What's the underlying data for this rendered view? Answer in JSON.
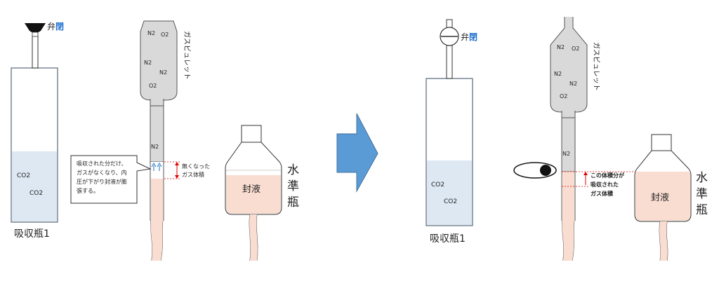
{
  "left": {
    "valve_text": "弁",
    "valve_state": "閉",
    "bottle_gas": [
      "CO2",
      "CO2"
    ],
    "bottle_label": "吸収瓶1",
    "burette_label": "ガスビュレット",
    "burette_gas": [
      "N2",
      "O2",
      "N2",
      "N2",
      "O2"
    ],
    "tube_gas": "N2",
    "callout": [
      "吸収された分だけ、",
      "ガスがなくなり、内",
      "圧が下がり封液が膨",
      "張する。"
    ],
    "lost_volume_label": [
      "無くなった",
      "ガス体積"
    ],
    "level_bottle_liquid": "封液",
    "level_bottle_label": [
      "水",
      "準",
      "瓶"
    ]
  },
  "right": {
    "valve_text": "弁",
    "valve_state": "閉",
    "bottle_gas": [
      "CO2",
      "CO2"
    ],
    "bottle_label": "吸収瓶1",
    "burette_label": "ガスビュレット",
    "burette_gas": [
      "N2",
      "O2",
      "N2",
      "N2",
      "O2"
    ],
    "tube_gas": "N2",
    "absorbed_label": [
      "この体積分が",
      "吸収された",
      "ガス体積"
    ],
    "level_bottle_liquid": "封液",
    "level_bottle_label": [
      "水",
      "準",
      "瓶"
    ]
  },
  "colors": {
    "gas_blue": "#dde8f3",
    "liquid_pink": "#f8ddd0",
    "burette_gray": "#d9d9d9",
    "arrow_blue": "#5b9bd5",
    "accent_red": "#e00000",
    "valve_blue": "#1f6fd0"
  }
}
